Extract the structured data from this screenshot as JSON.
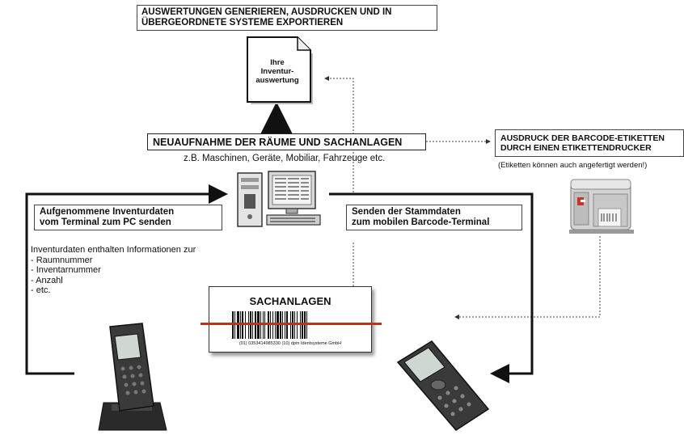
{
  "top_box": {
    "line1": "AUSWERTUNGEN GENERIEREN, AUSDRUCKEN UND IN",
    "line2": "ÜBERGEORDNETE SYSTEME EXPORTIEREN"
  },
  "document": {
    "line1": "Ihre",
    "line2": "Inventur-",
    "line3": "auswertung"
  },
  "center_box": {
    "title": "NEUAUFNAHME DER RÄUME UND SACHANLAGEN",
    "subtitle": "z.B. Maschinen, Geräte, Mobiliar, Fahrzeuge etc."
  },
  "printer_box": {
    "line1": "AUSDRUCK DER BARCODE-ETIKETTEN",
    "line2": "DURCH EINEN ETIKETTENDRUCKER",
    "note": "(Etiketten können auch angefertigt werden!)"
  },
  "left_box": {
    "line1": "Aufgenommene Inventurdaten",
    "line2": "vom Terminal zum PC senden"
  },
  "right_box": {
    "line1": "Senden der Stammdaten",
    "line2": "zum mobilen Barcode-Terminal"
  },
  "inventory_info": {
    "heading": "Inventurdaten enthalten Informationen zur",
    "items": [
      "- Raumnummer",
      "- Inventarnummer",
      "- Anzahl",
      "- etc."
    ]
  },
  "barcode_label": {
    "title": "SACHANLAGEN",
    "caption": "(01) 0353414985330  (10) dpm Identsysteme GmbH"
  },
  "colors": {
    "line": "#111111",
    "scan_line": "#c0301a",
    "device_dark": "#2a2a2a",
    "device_mid": "#5a5a5a",
    "printer_body": "#d8d8d8"
  }
}
